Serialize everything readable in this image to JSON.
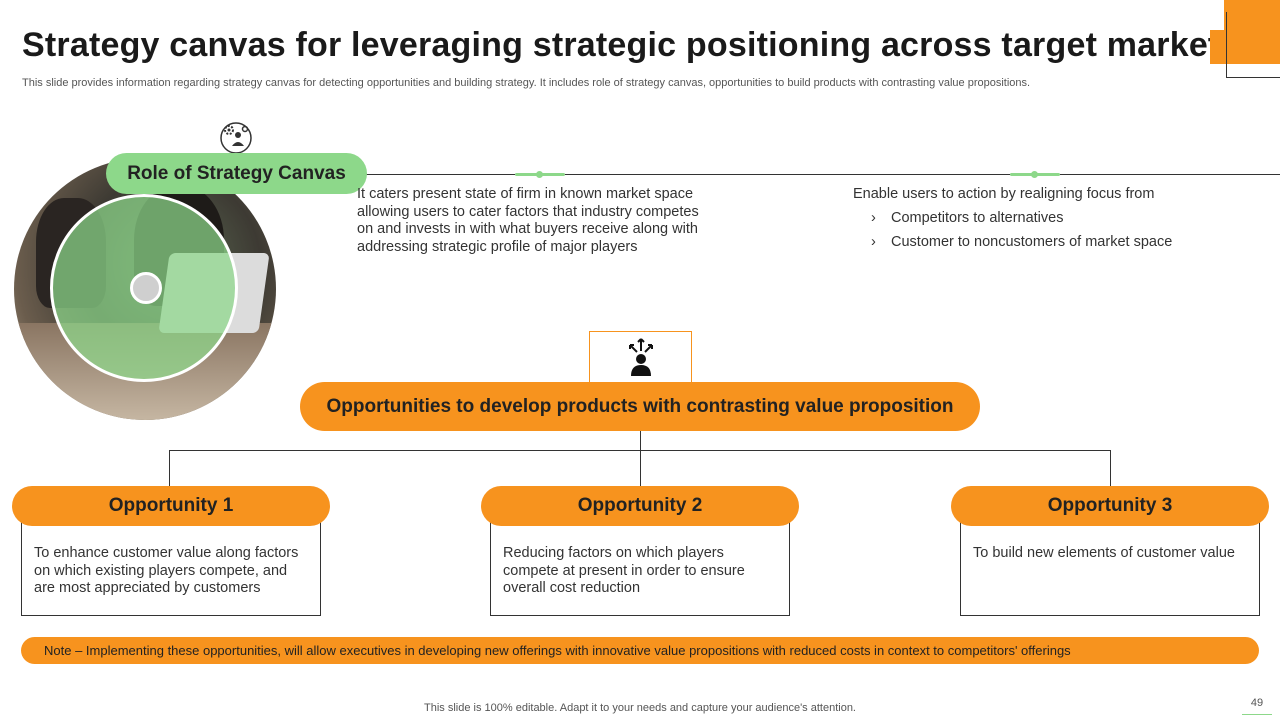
{
  "header": {
    "title": "Strategy canvas for leveraging strategic positioning across target market",
    "subtitle": "This slide provides information regarding strategy canvas for detecting opportunities and building strategy. It includes role of strategy canvas, opportunities to build products with contrasting value propositions."
  },
  "role": {
    "label": "Role of Strategy Canvas",
    "icon": "gear-person-icon",
    "desc1": "It caters present state of firm in known market space allowing users to cater factors that industry competes on and invests in with what buyers receive along with addressing strategic profile of major players",
    "desc2_intro": "Enable users to action by realigning focus from",
    "desc2_items": [
      "Competitors to alternatives",
      "Customer to noncustomers of market space"
    ],
    "bullet_glyph": "›"
  },
  "opportunities": {
    "main_label": "Opportunities to develop products with contrasting value proposition",
    "icon": "person-arrows-icon",
    "items": [
      {
        "title": "Opportunity 1",
        "text": "To enhance customer value along factors on which existing players compete, and are most appreciated by customers"
      },
      {
        "title": "Opportunity 2",
        "text": "Reducing factors on which players compete at present in order to ensure overall cost reduction"
      },
      {
        "title": "Opportunity 3",
        "text": "To build new elements of customer value"
      }
    ]
  },
  "note": "Note – Implementing these opportunities, will allow executives in developing new offerings with innovative value propositions with reduced costs in context to competitors' offerings",
  "footer": {
    "text": "This slide is 100% editable. Adapt it to your needs and capture your audience's attention.",
    "page_number": "49"
  },
  "colors": {
    "accent_orange": "#f7931e",
    "accent_green": "#8dd88a",
    "text_dark": "#222222"
  }
}
